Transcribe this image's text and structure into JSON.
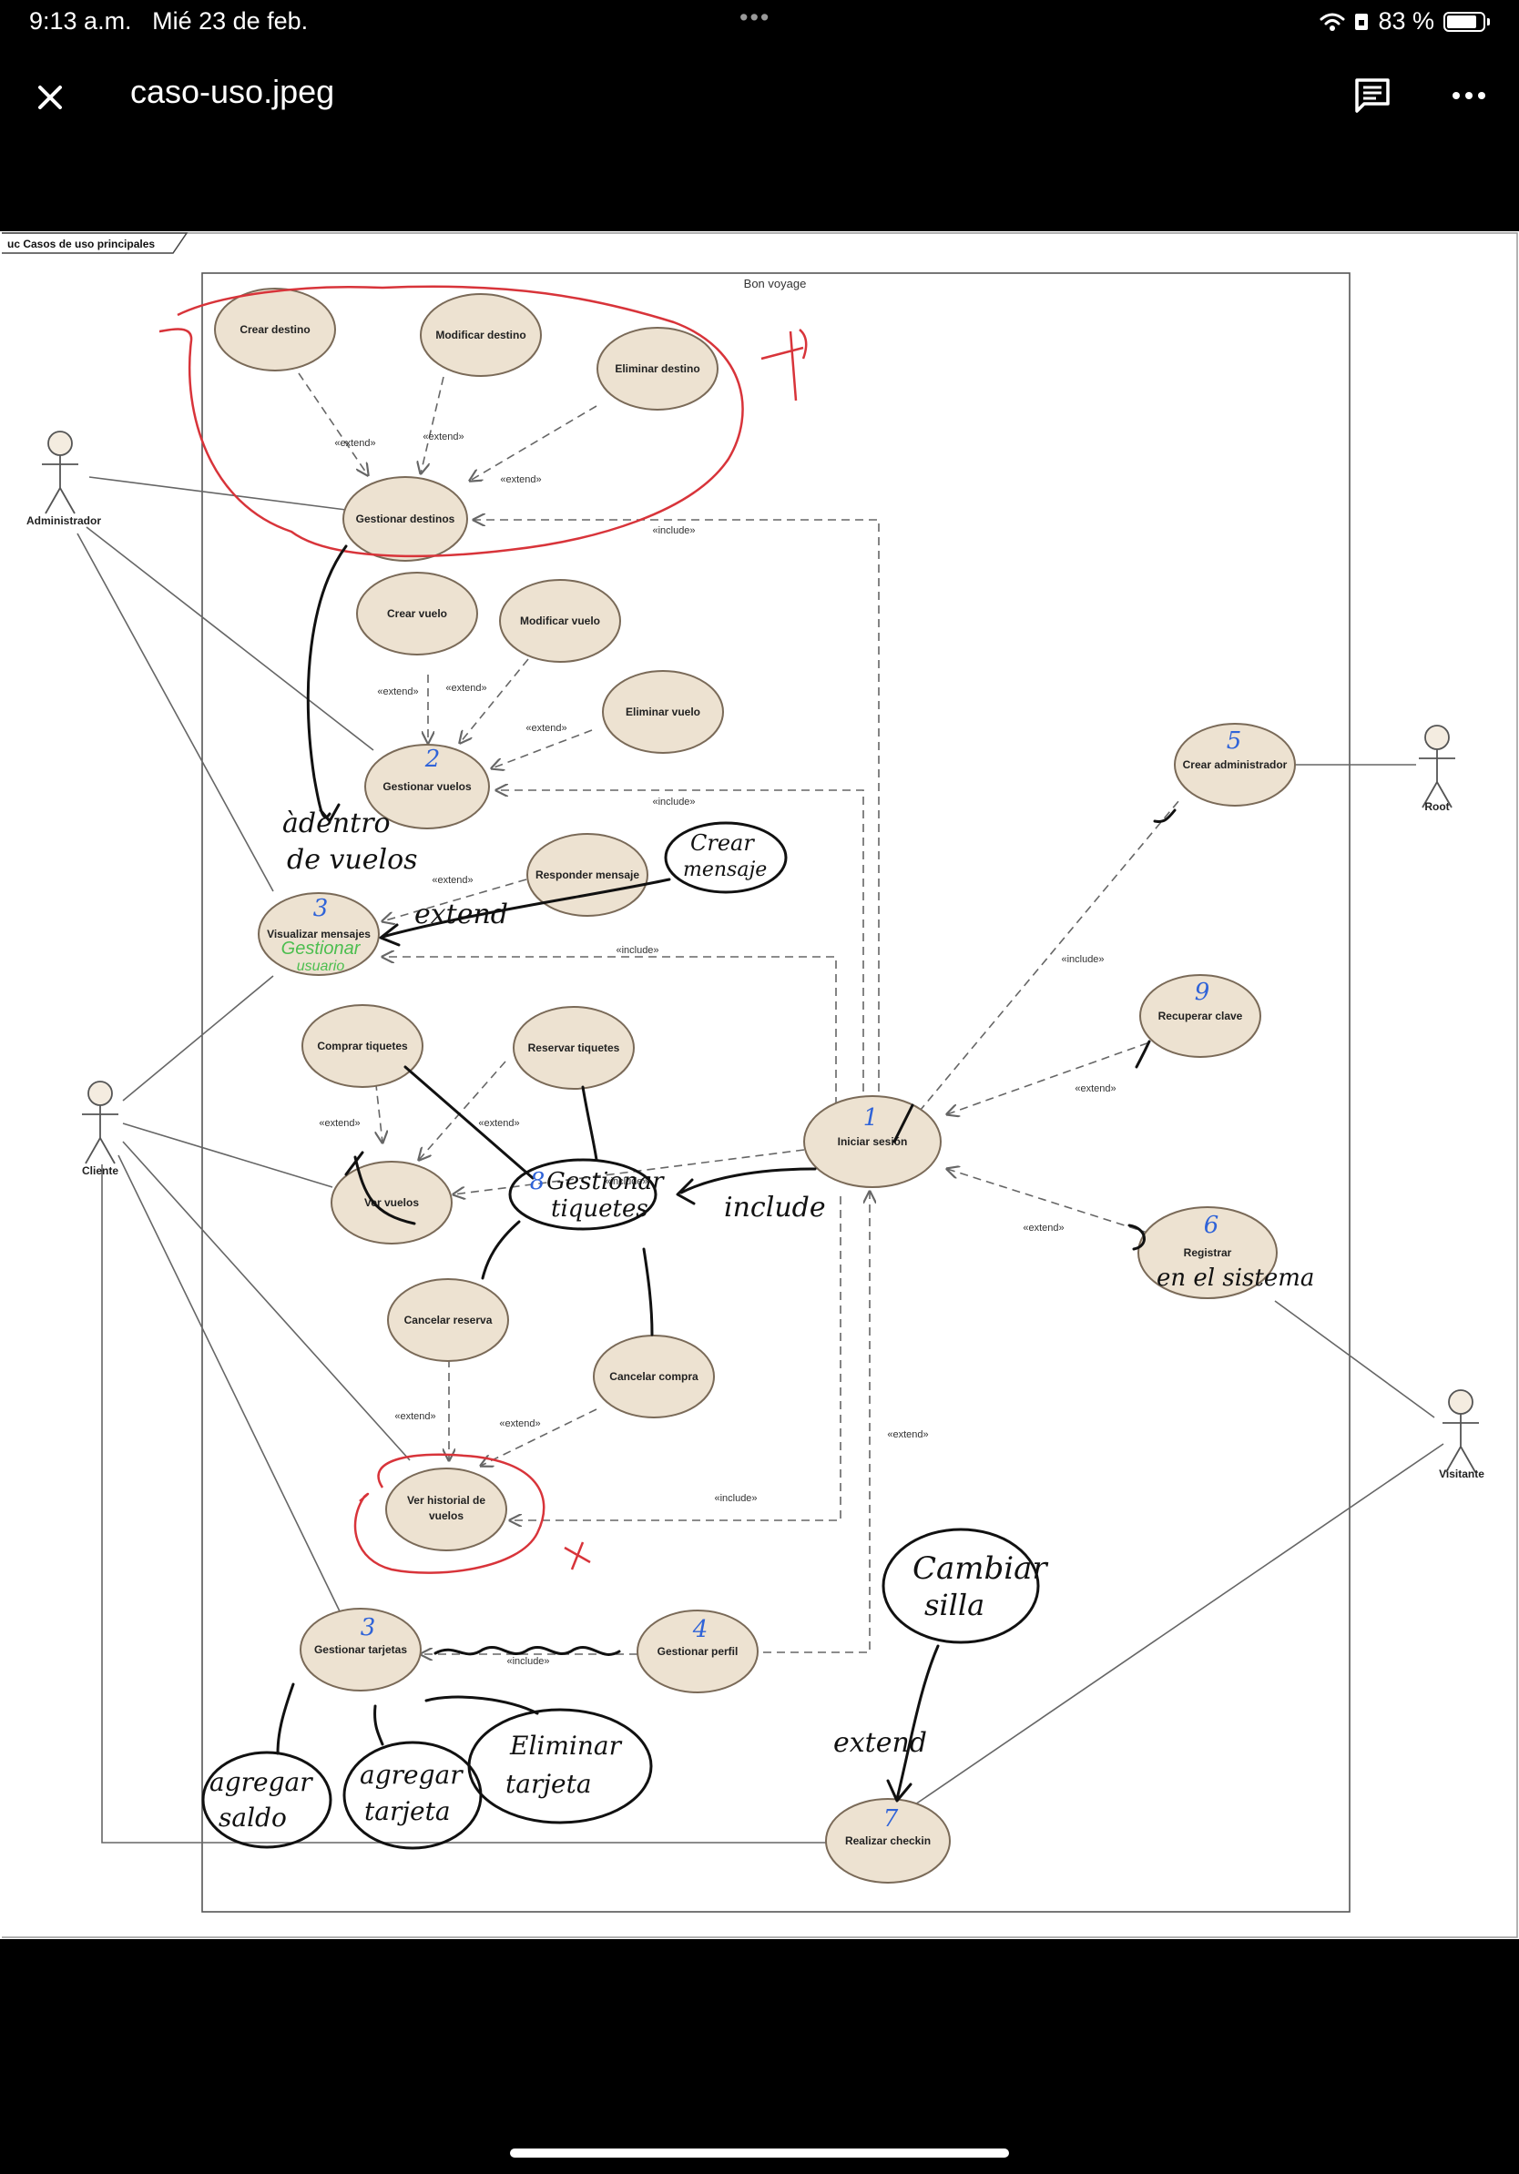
{
  "status_bar": {
    "time": "9:13 a.m.",
    "date": "Mié 23 de feb.",
    "battery": "83 %",
    "battery_level": 0.83
  },
  "viewer": {
    "file_name": "caso-uso.jpeg",
    "icons": [
      "close-icon",
      "comment-icon",
      "more-icon"
    ]
  },
  "diagram": {
    "frame_label": "uc Casos de uso principales",
    "system_name": "Bon voyage",
    "actors": {
      "admin": "Administrador",
      "cliente": "Cliente",
      "root": "Root",
      "visitante": "Visitante"
    },
    "use_cases": {
      "crear_destino": "Crear destino",
      "modificar_destino": "Modificar destino",
      "eliminar_destino": "Eliminar destino",
      "gestionar_destinos": "Gestionar destinos",
      "crear_vuelo": "Crear vuelo",
      "modificar_vuelo": "Modificar vuelo",
      "eliminar_vuelo": "Eliminar vuelo",
      "gestionar_vuelos": "Gestionar vuelos",
      "responder_mensaje": "Responder mensaje",
      "visualizar_mensajes": "Visualizar mensajes",
      "crear_administrador": "Crear administrador",
      "recuperar_clave": "Recuperar clave",
      "iniciar_sesion": "Iniciar sesión",
      "registrar": "Registrar",
      "comprar_tiquetes": "Comprar tiquetes",
      "reservar_tiquetes": "Reservar tiquetes",
      "ver_vuelos": "Ver vuelos",
      "cancelar_reserva": "Cancelar reserva",
      "cancelar_compra": "Cancelar compra",
      "ver_historial_1": "Ver historial de",
      "ver_historial_2": "vuelos",
      "gestionar_tarjetas": "Gestionar tarjetas",
      "gestionar_perfil": "Gestionar perfil",
      "realizar_checkin": "Realizar checkin"
    },
    "stereotypes": {
      "extend": "«extend»",
      "include": "«include»"
    }
  },
  "annotations": {
    "adentro_1": "àdentro",
    "adentro_2": "de vuelos",
    "crear_mensaje_1": "Crear",
    "crear_mensaje_2": "mensaje",
    "extend_1": "extend",
    "gestionar_usuarios_1": "Gestionar",
    "gestionar_usuarios_2": "usuario",
    "gestionar_tiquetes_1": "Gestionar",
    "gestionar_tiquetes_2": "tiquetes",
    "include_1": "include",
    "en_el_sistema": "en el sistema",
    "cambiar_silla_1": "Cambiar",
    "cambiar_silla_2": "silla",
    "extend_2": "extend",
    "agregar_saldo_1": "agregar",
    "agregar_saldo_2": "saldo",
    "agregar_tarjeta_1": "agregar",
    "agregar_tarjeta_2": "tarjeta",
    "eliminar_tarjeta_1": "Eliminar",
    "eliminar_tarjeta_2": "tarjeta",
    "numbers": {
      "n1": "1",
      "n2": "2",
      "n3": "3",
      "n3b": "3",
      "n4": "4",
      "n5": "5",
      "n6": "6",
      "n7": "7",
      "n8": "8",
      "n9": "9"
    }
  }
}
